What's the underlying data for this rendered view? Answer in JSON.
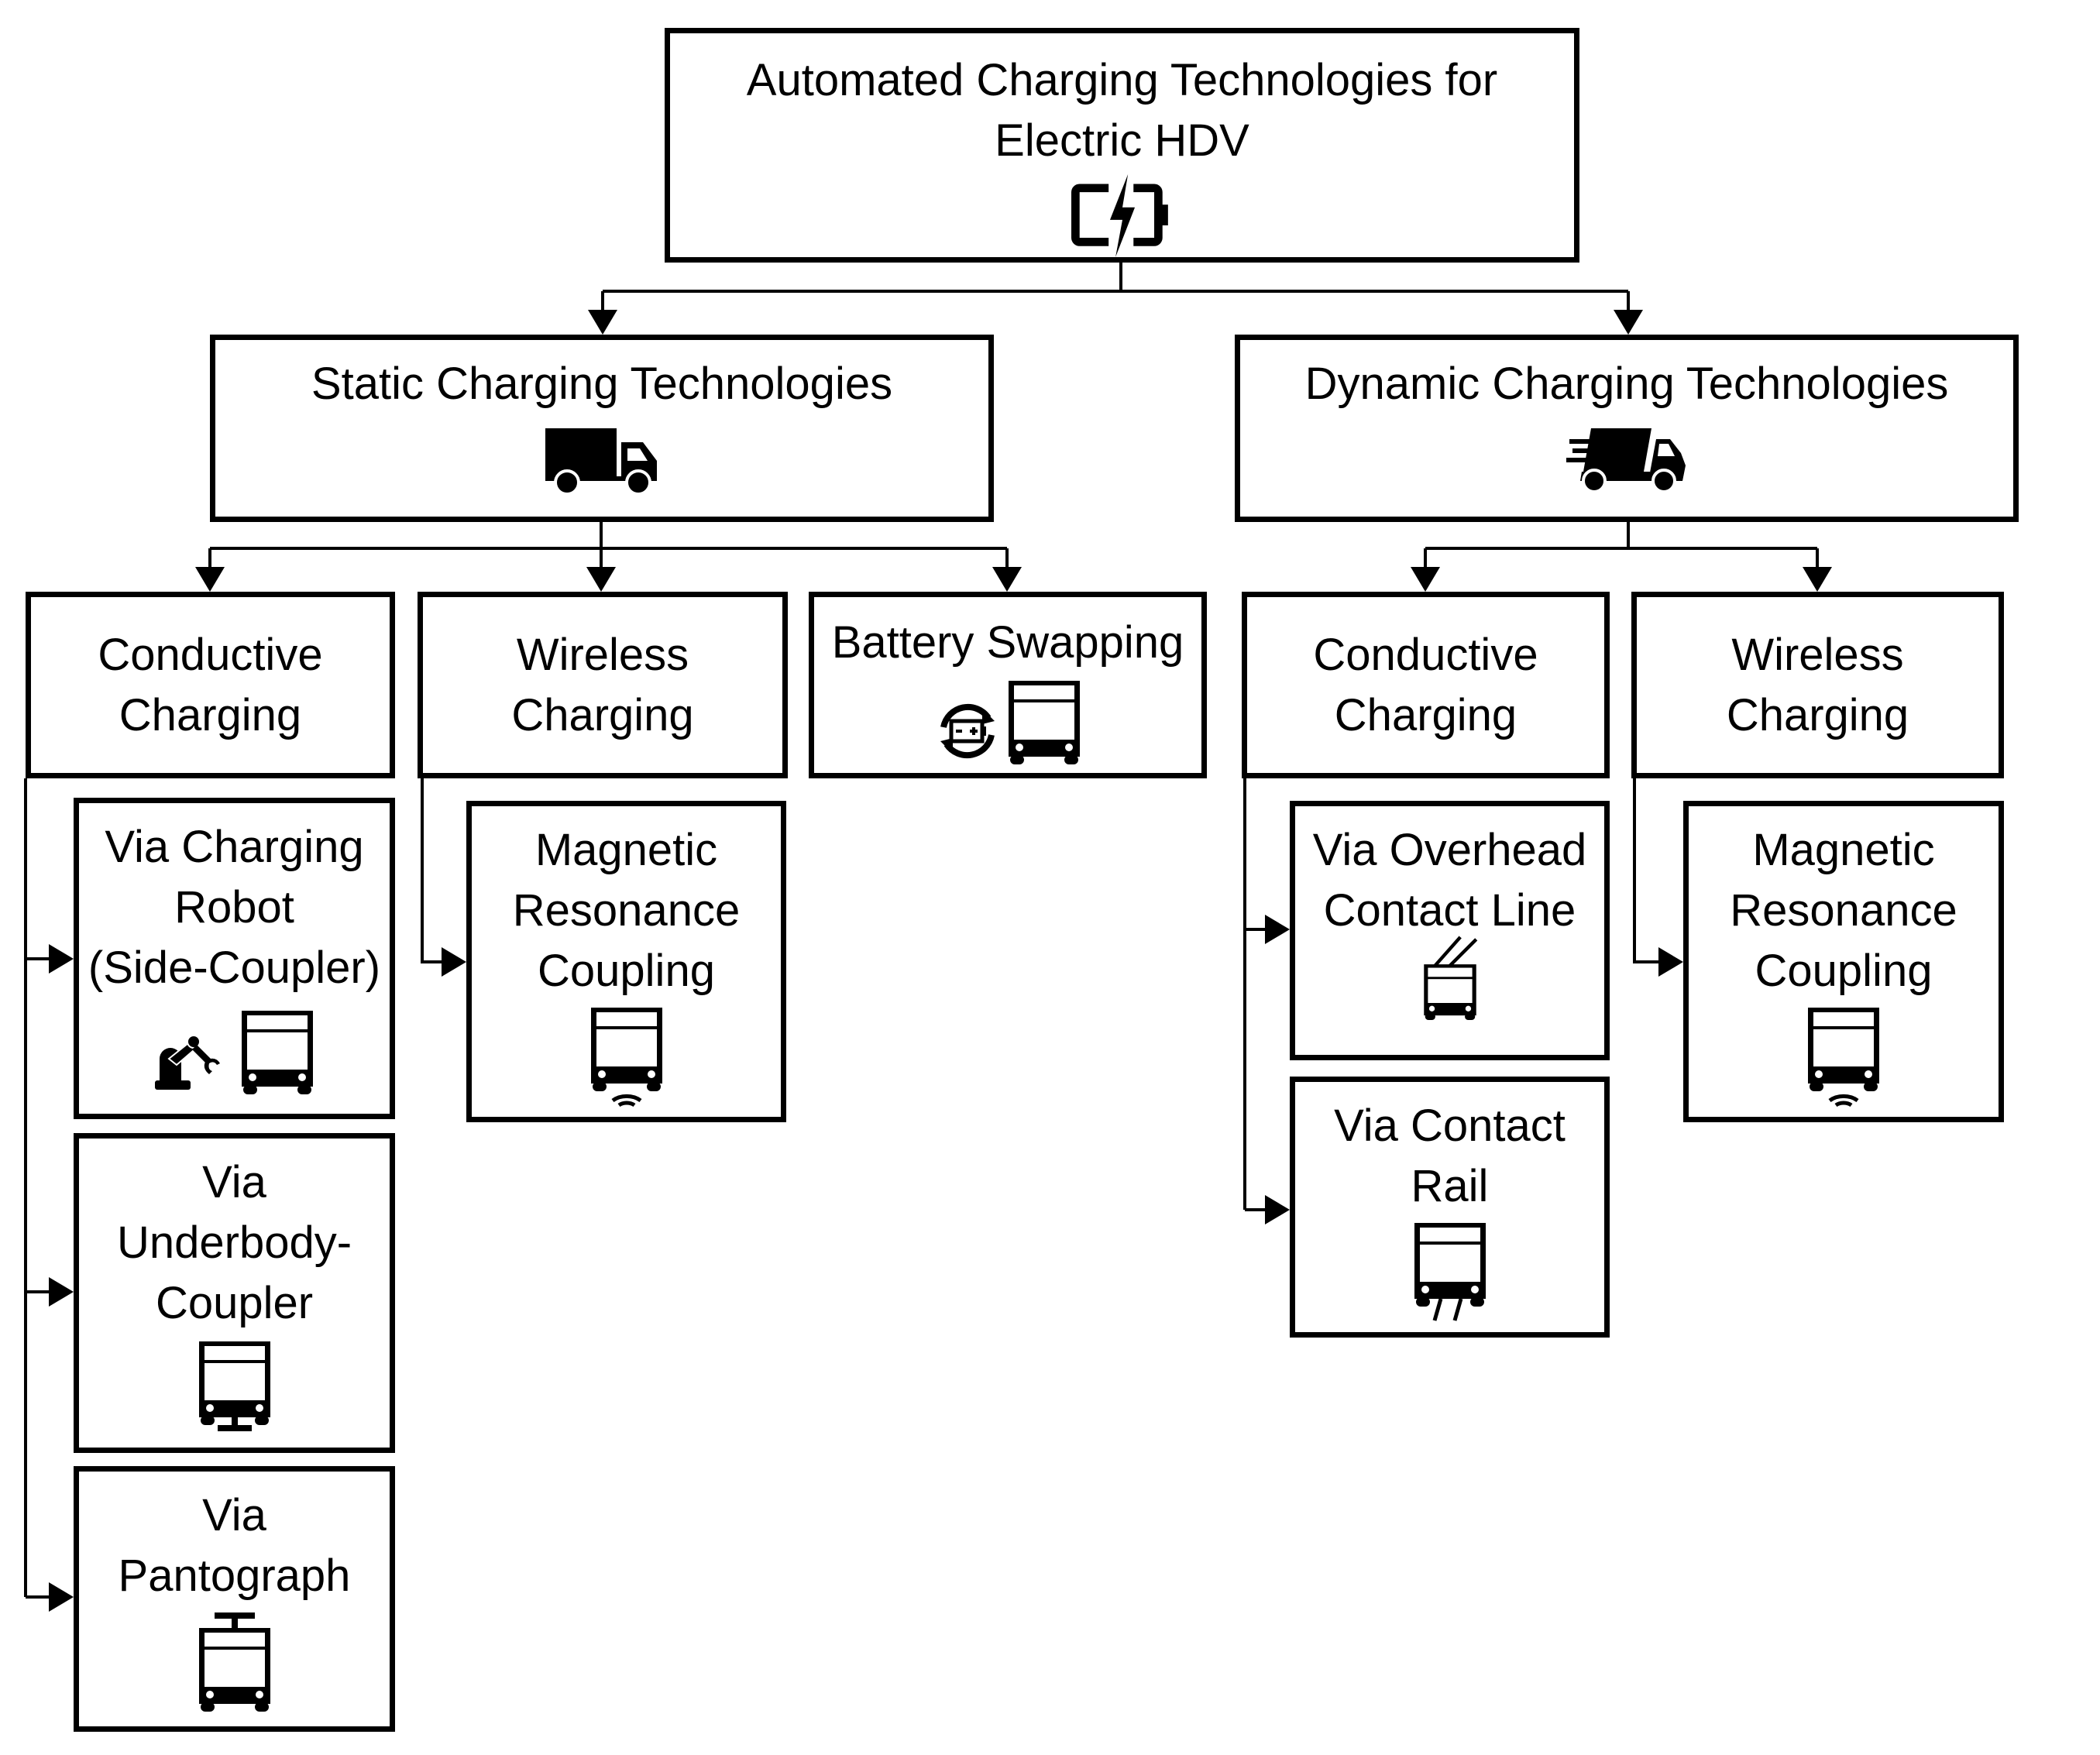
{
  "root": {
    "label": "Automated Charging Technologies for\nElectric HDV",
    "icon": "battery-charging-icon"
  },
  "static": {
    "label": "Static Charging Technologies",
    "icon": "truck-icon",
    "children": {
      "conductive": {
        "label": "Conductive\nCharging",
        "children": [
          {
            "label": "Via Charging\nRobot\n(Side-Coupler)",
            "icons": [
              "robot-arm-icon",
              "bus-icon"
            ]
          },
          {
            "label": "Via\nUnderbody-\nCoupler",
            "icons": [
              "bus-underbody-coupler-icon"
            ]
          },
          {
            "label": "Via\nPantograph",
            "icons": [
              "bus-pantograph-icon"
            ]
          }
        ]
      },
      "wireless": {
        "label": "Wireless\nCharging",
        "children": [
          {
            "label": "Magnetic\nResonance\nCoupling",
            "icons": [
              "bus-wireless-icon"
            ]
          }
        ]
      },
      "swapping": {
        "label": "Battery Swapping",
        "icons": [
          "battery-swap-icon",
          "bus-icon"
        ]
      }
    }
  },
  "dynamic": {
    "label": "Dynamic Charging Technologies",
    "icon": "moving-truck-icon",
    "children": {
      "conductive": {
        "label": "Conductive\nCharging",
        "children": [
          {
            "label": "Via Overhead\nContact Line",
            "icons": [
              "trolleybus-icon"
            ]
          },
          {
            "label": "Via Contact\nRail",
            "icons": [
              "bus-contact-rail-icon"
            ]
          }
        ]
      },
      "wireless": {
        "label": "Wireless\nCharging",
        "children": [
          {
            "label": "Magnetic\nResonance\nCoupling",
            "icons": [
              "bus-wireless-icon"
            ]
          }
        ]
      }
    }
  }
}
